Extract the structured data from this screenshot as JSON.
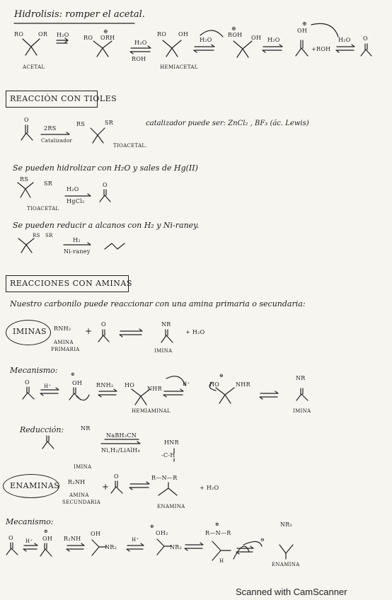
{
  "hidrolisis": {
    "title": "Hidrolisis: romper el acetal.",
    "ro": "RO",
    "or": "OR",
    "h2o_1": "H₂O",
    "ro2": "RO",
    "orh": "ORH",
    "plus1": "⊕",
    "h2o_2": "H₂O",
    "roh_below": "ROH",
    "ro3": "RO",
    "oh1": "OH",
    "h2o_3": "H₂O",
    "roh2": "ROH",
    "plus2": "⊕",
    "oh2": "OH",
    "h2o_4": "H₂O",
    "o_ox": "OH",
    "plus3": "⊕",
    "plus_roh": "+ROH",
    "h2o_5": "H₂O",
    "o_final": "O",
    "acetal": "ACETAL",
    "hemiacetal": "HEMIACETAL"
  },
  "tioles": {
    "heading": "REACCIÓN CON TIOLES",
    "o": "O",
    "rs2": "2RS",
    "cat": "Catalizador",
    "rs": "RS",
    "sr": "SR",
    "tioacetal": "TIOACETAL.",
    "catalyst_note": "catalizador puede ser: ZnCl₂ , BF₃ (ác. Lewis)",
    "hidrolizar_note": "Se pueden hidrolizar con H₂O y sales de Hg(II)",
    "rs_b": "RS",
    "sr_b": "SR",
    "h2o": "H₂O",
    "hgcl2": "HgCl₂",
    "o_b": "O",
    "tioacetal_b": "TIOACETAL",
    "reducir_note": "Se pueden reducir a alcanos con H₂ y Ni-raney.",
    "rs_c": "RS",
    "sr_c": "SR",
    "h2": "H₂",
    "niraney": "Ni-raney"
  },
  "aminas": {
    "heading": "REACCIONES CON AMINAS",
    "intro": "Nuestro carbonilo puede reaccionar con una amina primaria o secundaria:"
  },
  "iminas": {
    "label": "IMINAS",
    "rnh2": "RNH₂",
    "amina": "AMINA",
    "primaria": "PRIMARIA",
    "plus": "+",
    "o": "O",
    "nr": "NR",
    "imina": "IMINA",
    "plus_h2o": "+ H₂O"
  },
  "mecanismo1": {
    "title": "Mecanismo:",
    "o": "O",
    "hplus": "H⁺",
    "oh": "OH",
    "plus": "⊕",
    "rnh2": "RNH₂",
    "ho": "HO",
    "nhr": "NHR",
    "hemiaminal": "HEMIAMINAL",
    "hplus2": "H⁺",
    "ho2": "HO",
    "plus2": "⊕",
    "nhr2": "NHR",
    "nr": "NR",
    "imina": "IMINA"
  },
  "reduccion": {
    "title": "Reducción:",
    "nr": "NR",
    "nabh3cn": "NaBH₃CN",
    "reagent2": "Ni,H₂/LiAlH₄",
    "hnr": "HNR",
    "ch": "-C-H",
    "imina": "IMINA"
  },
  "enaminas": {
    "label": "ENAMINAS",
    "r2nh": "R₂NH",
    "amina": "AMINA",
    "secundaria": "SECUNDARIA",
    "plus": "+",
    "o": "O",
    "rnr": "R—N—R",
    "enamina": "ENAMINA",
    "plus_h2o": "+ H₂O"
  },
  "mecanismo2": {
    "title": "Mecanismo:",
    "o": "O",
    "hplus": "H⁺",
    "oh": "OH",
    "plus": "⊕",
    "r2nh": "R₂NH",
    "oh2": "OH",
    "nr2": "NR₂",
    "hplus2": "H⁺",
    "oh2b": "OH₂",
    "plus2": "⊕",
    "nr2b": "NR₂",
    "rnr": "R—N—R",
    "plus3": "⊕",
    "h": "H",
    "minus": "⊖",
    "nr2c": "NR₂",
    "enamina": "ENAMINA"
  },
  "footer": "Scanned with CamScanner"
}
